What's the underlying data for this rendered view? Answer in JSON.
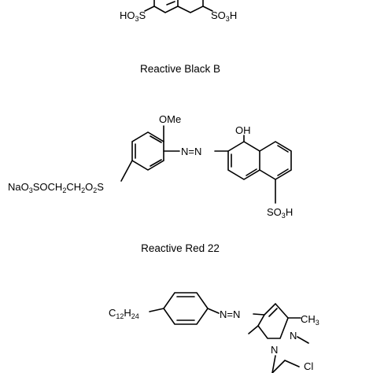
{
  "structures": [
    {
      "name": "Reactive Black B",
      "labels": {
        "left_group": "HO3S",
        "right_group": "SO3H"
      }
    },
    {
      "name": "Reactive Red 22",
      "labels": {
        "methoxy": "OMe",
        "hydroxy": "OH",
        "azo": "N=N",
        "ester": "NaO3SOCH2CH2O2S",
        "sulfo": "SO3H"
      }
    },
    {
      "name": "",
      "labels": {
        "alkyl": "C12H24",
        "azo": "N=N",
        "methyl": "CH3",
        "ring_n1": "N",
        "ring_n2": "N",
        "chloro": "Cl"
      }
    }
  ]
}
